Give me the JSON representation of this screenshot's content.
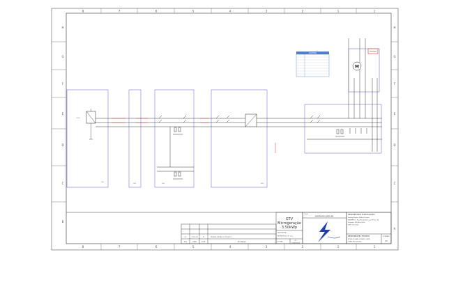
{
  "frame": {
    "columns": [
      "8",
      "7",
      "6",
      "5",
      "4",
      "3",
      "2",
      "1"
    ],
    "rows": [
      "H",
      "G",
      "F",
      "E",
      "D",
      "C",
      "B",
      "A"
    ]
  },
  "title_block": {
    "project_title_line1": "GTV",
    "project_title_line2": "Microgeração",
    "project_title_line3": "3,50kWp",
    "drawing_label": "Título",
    "drawing_title": "DIAGRAMA UNIFILAR",
    "designer_label": "DESIGNISTA",
    "designer_name": "NOME Mateus E. Luiz",
    "sheet_label": "FOLHA",
    "sheet_value": "01",
    "date_value": "07/05/2024",
    "owner_header": "PROPRIETÁRIO E INSTALAÇÃO",
    "owner_name": "Sandra Regina Mattos Pereira",
    "owner_address": "ENDEREÇO: Rua Bernardino Luiz Pinho, 36",
    "owner_city": "Pirapora, MG, Boa Vista",
    "owner_cep": "CEP: 377-0100",
    "tech_header": "RESPONSÁVEL TÉCNICO",
    "tech_name": "NOME: ROMÃO ROMERO LAGE",
    "tech_crea": "CREA: MG-180000",
    "format_label": "FORMATO",
    "format_value": "A3"
  },
  "revision": {
    "values": [
      "00",
      "17/01/24",
      "ST",
      "VERSÃO INICIAL DO PROJETO"
    ],
    "headers": [
      "REV.",
      "DATA",
      "ELAB.",
      "ALTERAÇÃO"
    ]
  },
  "legend_header": "LEGENDA",
  "meter_label": "M",
  "colors": {
    "frame": "#333333",
    "module_blue": "#6060d0",
    "highlight_red": "#dd3333",
    "schematic": "#222222",
    "legend_blue": "#4f7ec6"
  }
}
